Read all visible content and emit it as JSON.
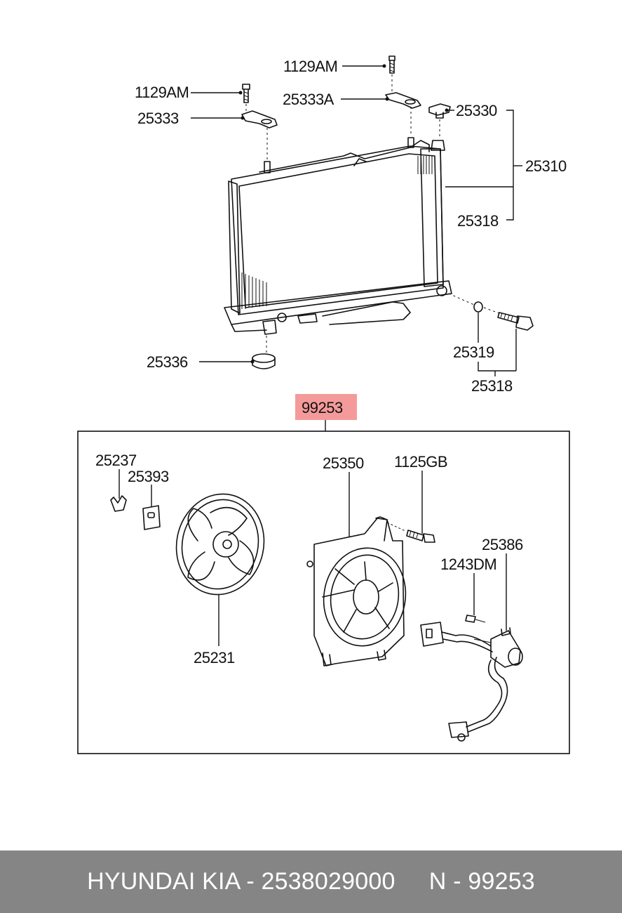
{
  "callouts": {
    "bolt_top_right": "1129AM",
    "bolt_top_left": "1129AM",
    "bracket_right": "25333A",
    "bracket_left": "25333",
    "cap": "25330",
    "radiator_assy": "25310",
    "radiator_hose_top": "25318",
    "drain_grommet": "25336",
    "drain_plug_seal": "25319",
    "drain_plug_assy": "25318",
    "fan_assy_highlight": "99253",
    "clip": "25237",
    "label_plate": "25393",
    "shroud": "25350",
    "shroud_bolt": "1125GB",
    "motor": "25386",
    "motor_screw": "1243DM",
    "fan_blade": "25231"
  },
  "colors": {
    "highlight_fill": "#f59a9a",
    "footer_bg": "#858585",
    "footer_text": "#ffffff"
  },
  "footer": {
    "text": "HYUNDAI KIA - 2538029000     N - 99253"
  }
}
